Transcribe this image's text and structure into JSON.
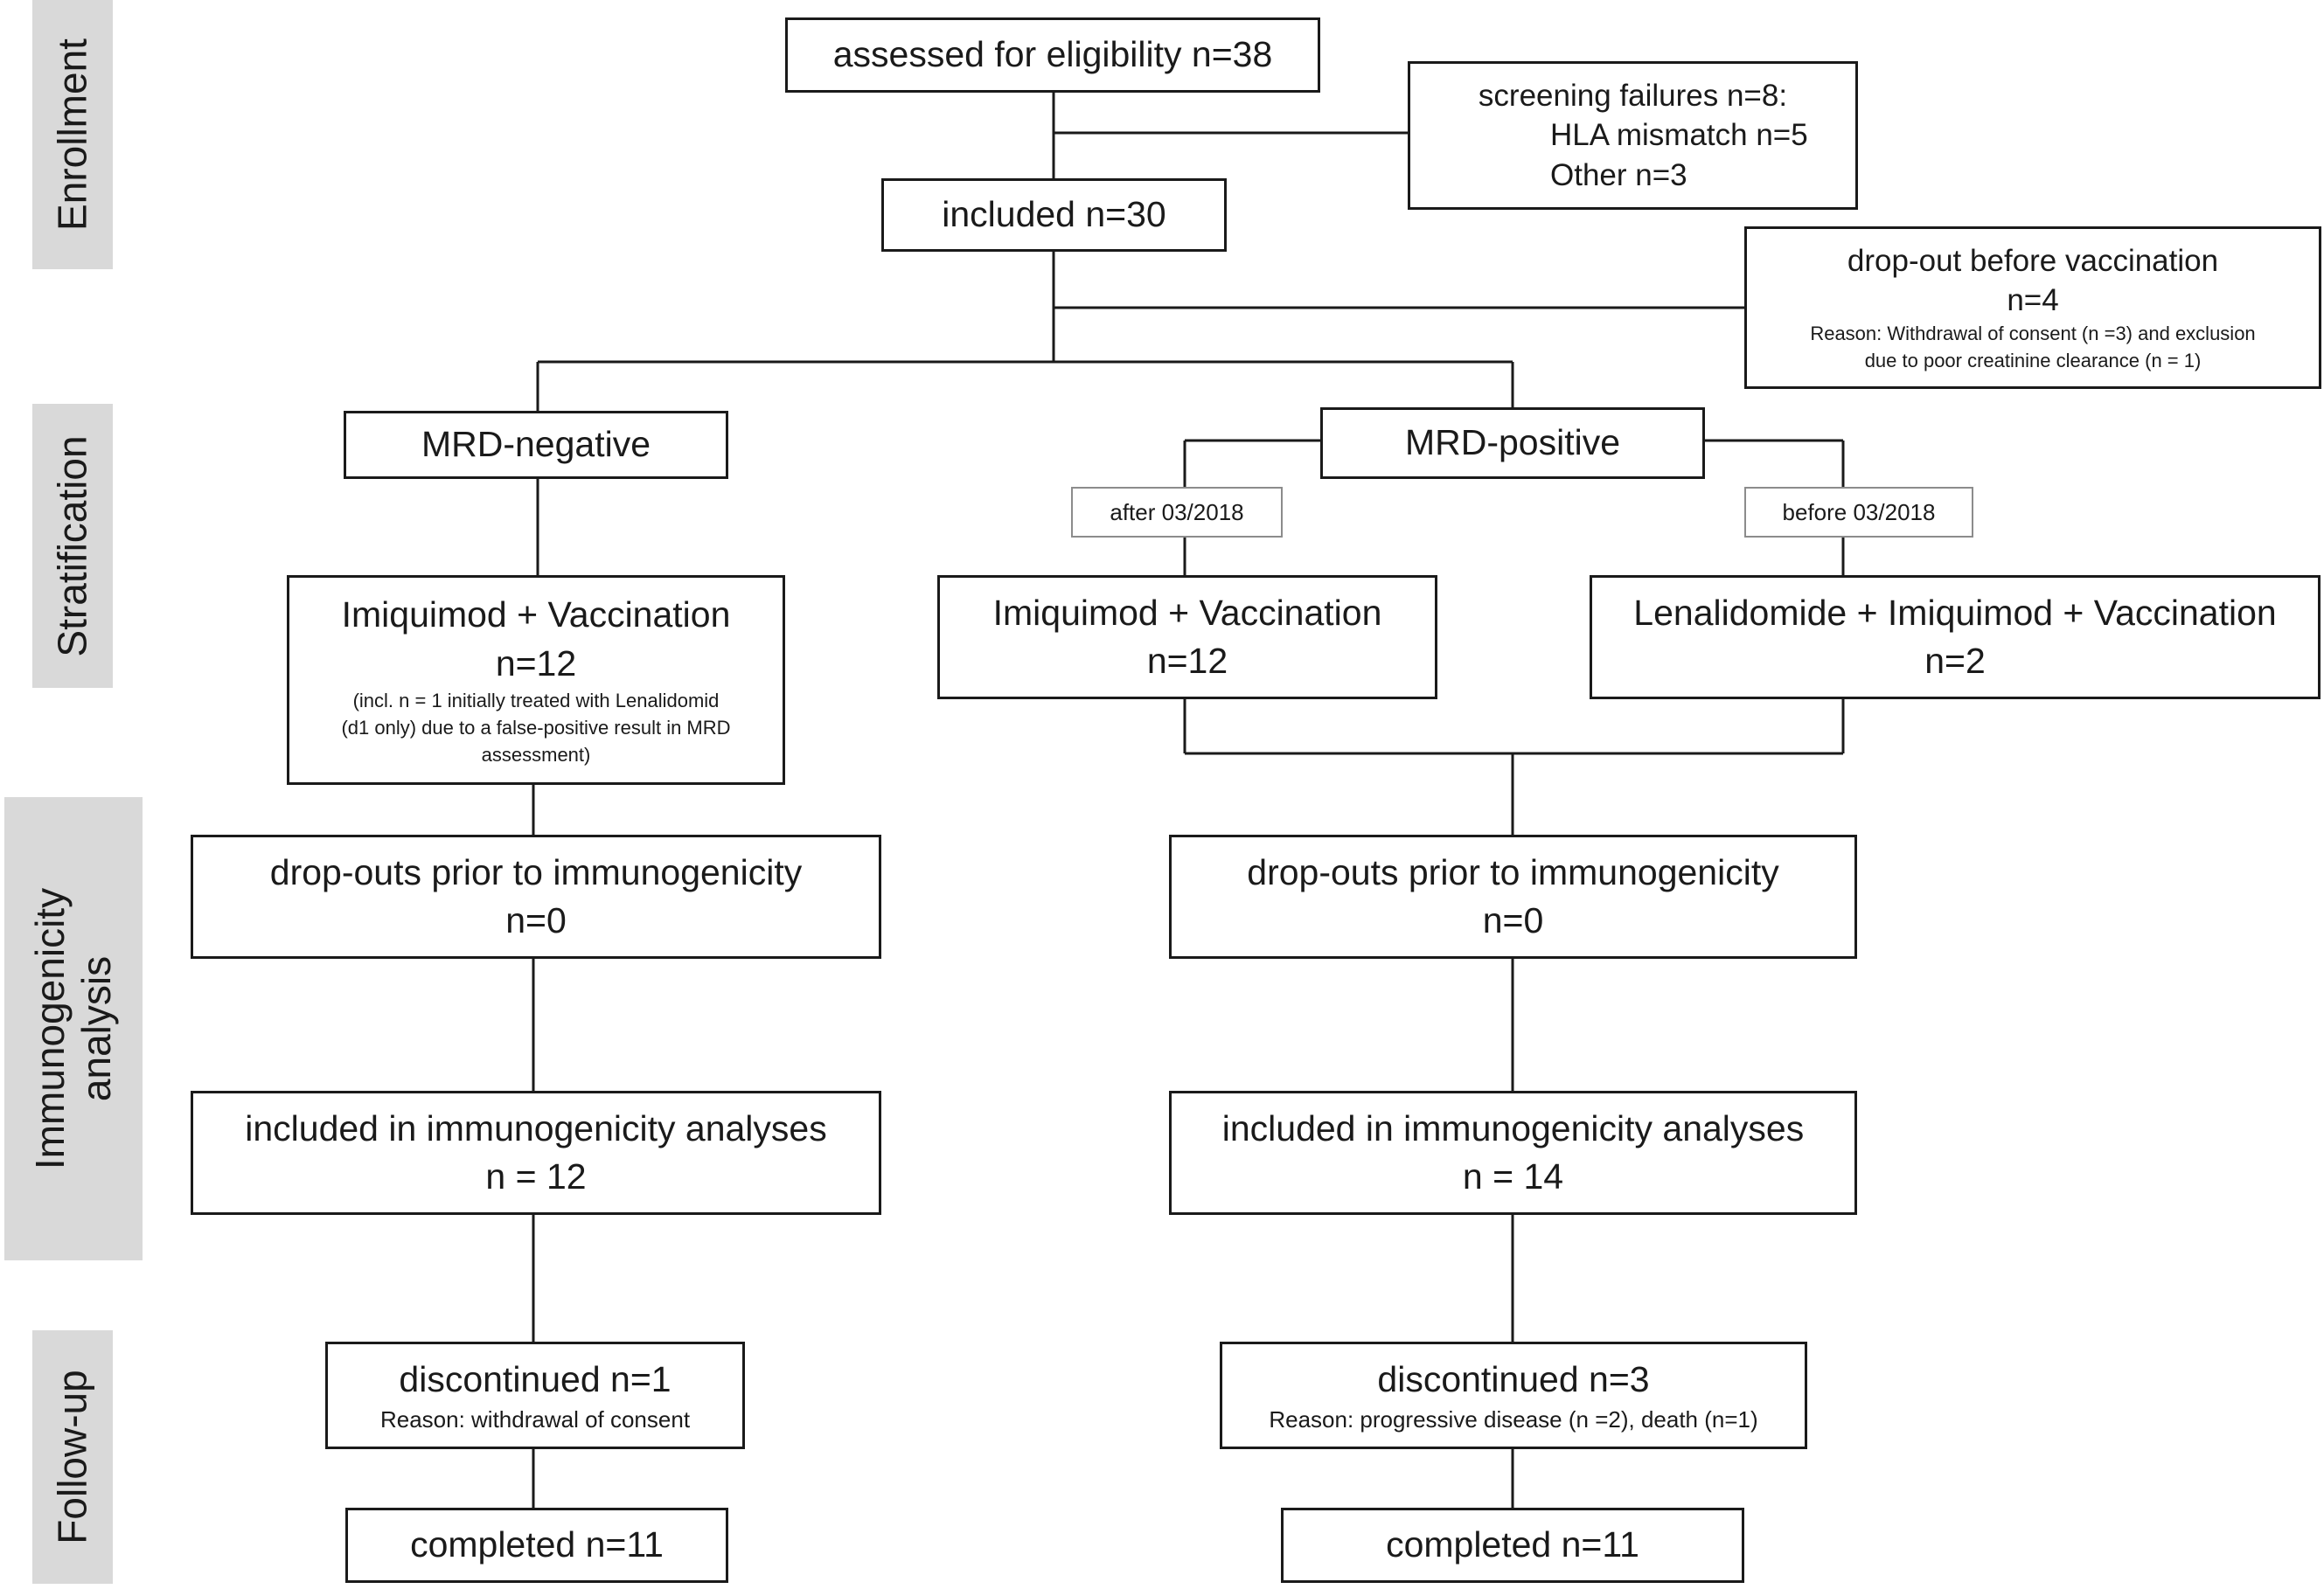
{
  "phases": {
    "enrollment": "Enrollment",
    "stratification": "Stratification",
    "immunogenicity_line1": "Immunogenicity",
    "immunogenicity_line2": "analysis",
    "follow_up": "Follow-up"
  },
  "enrollment": {
    "assessed": "assessed for eligibility n=38",
    "screening_title": "screening failures n=8:",
    "screening_hla": "HLA mismatch n=5",
    "screening_other": "Other n=3",
    "included": "included n=30",
    "dropout_title": "drop-out before vaccination",
    "dropout_n": "n=4",
    "dropout_reason_1": "Reason: Withdrawal of consent (n =3) and exclusion",
    "dropout_reason_2": "due to poor creatinine clearance (n = 1)"
  },
  "stratification": {
    "mrd_negative": "MRD-negative",
    "mrd_positive": "MRD-positive",
    "after_label": "after 03/2018",
    "before_label": "before 03/2018",
    "neg_arm_title": "Imiquimod + Vaccination",
    "neg_arm_n": "n=12",
    "neg_arm_note_1": "(incl. n = 1 initially treated with Lenalidomid",
    "neg_arm_note_2": "(d1 only) due to a false-positive result in MRD",
    "neg_arm_note_3": "assessment)",
    "pos_arm_title": "Imiquimod + Vaccination",
    "pos_arm_n": "n=12",
    "len_arm_title": "Lenalidomide + Imiquimod + Vaccination",
    "len_arm_n": "n=2"
  },
  "immunogenicity": {
    "left_dropouts_title": "drop-outs prior to immunogenicity",
    "left_dropouts_n": "n=0",
    "right_dropouts_title": "drop-outs prior to immunogenicity",
    "right_dropouts_n": "n=0",
    "left_included_title": "included in immunogenicity analyses",
    "left_included_n": "n = 12",
    "right_included_title": "included in immunogenicity analyses",
    "right_included_n": "n = 14"
  },
  "follow_up": {
    "left_discontinued": "discontinued n=1",
    "left_reason": "Reason: withdrawal of consent",
    "right_discontinued": "discontinued n=3",
    "right_reason": "Reason: progressive disease (n =2), death (n=1)",
    "left_completed": "completed n=11",
    "right_completed": "completed n=11"
  }
}
